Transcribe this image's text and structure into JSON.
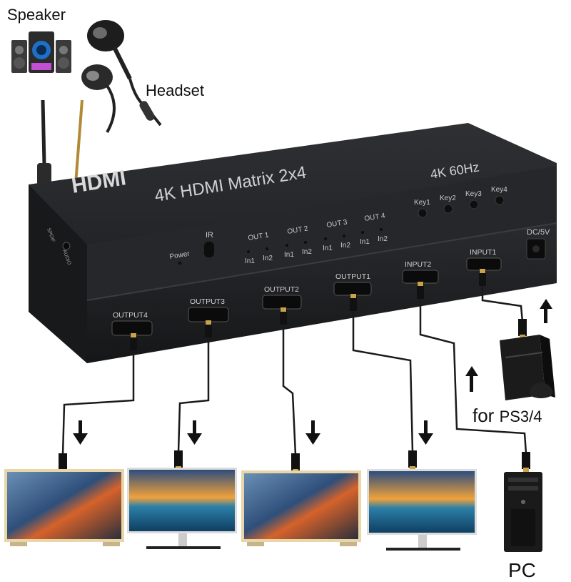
{
  "labels": {
    "speaker": "Speaker",
    "headset": "Headset",
    "for_ps_prefix": "for ",
    "for_ps_model": "PS3/4",
    "pc": "PC"
  },
  "device": {
    "logo": "HDMI",
    "title": "4K HDMI Matrix 2x4",
    "spec": "4K 60Hz",
    "ir": "IR",
    "power": "Power",
    "dc": "DC/5V",
    "keys": [
      "Key1",
      "Key2",
      "Key3",
      "Key4"
    ],
    "outputs_front": [
      "OUT 1",
      "OUT 2",
      "OUT 3",
      "OUT 4"
    ],
    "input_marks": [
      "In1",
      "In2"
    ],
    "rear_ports": [
      "OUTPUT4",
      "OUTPUT3",
      "OUTPUT2",
      "OUTPUT1",
      "INPUT2",
      "INPUT1"
    ],
    "side_ports": [
      "SPDIF",
      "AUDIO"
    ]
  },
  "colors": {
    "device_top": "#26282b",
    "device_front": "#1c1d20",
    "label_text": "#c8c8c8",
    "cable": "#1a1a1a",
    "connector_gold": "#c9a24b",
    "screen_frame_gold": "#e8d6a8",
    "screen_frame_dark": "#222222"
  }
}
